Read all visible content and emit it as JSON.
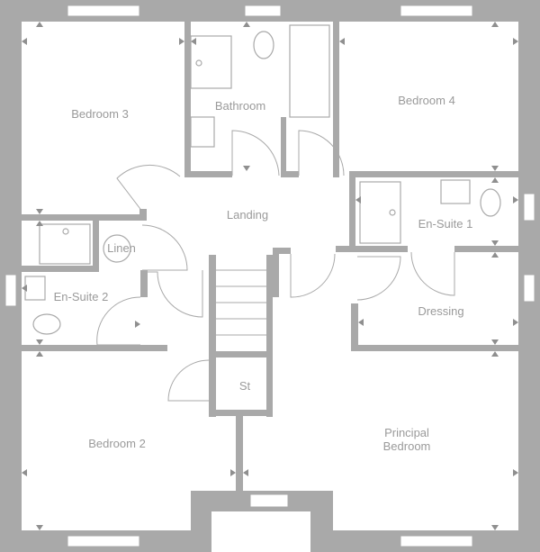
{
  "plan": {
    "rooms": {
      "bedroom3": "Bedroom 3",
      "bathroom": "Bathroom",
      "bedroom4": "Bedroom 4",
      "landing": "Landing",
      "linen": "Linen",
      "ensuite1": "En-Suite 1",
      "ensuite2": "En-Suite 2",
      "dressing": "Dressing",
      "store": "St",
      "bedroom2": "Bedroom 2",
      "principal_line1": "Principal",
      "principal_line2": "Bedroom"
    },
    "colors": {
      "wall": "#a9a9a9",
      "text": "#9a9a9a",
      "background": "#ffffff"
    }
  }
}
